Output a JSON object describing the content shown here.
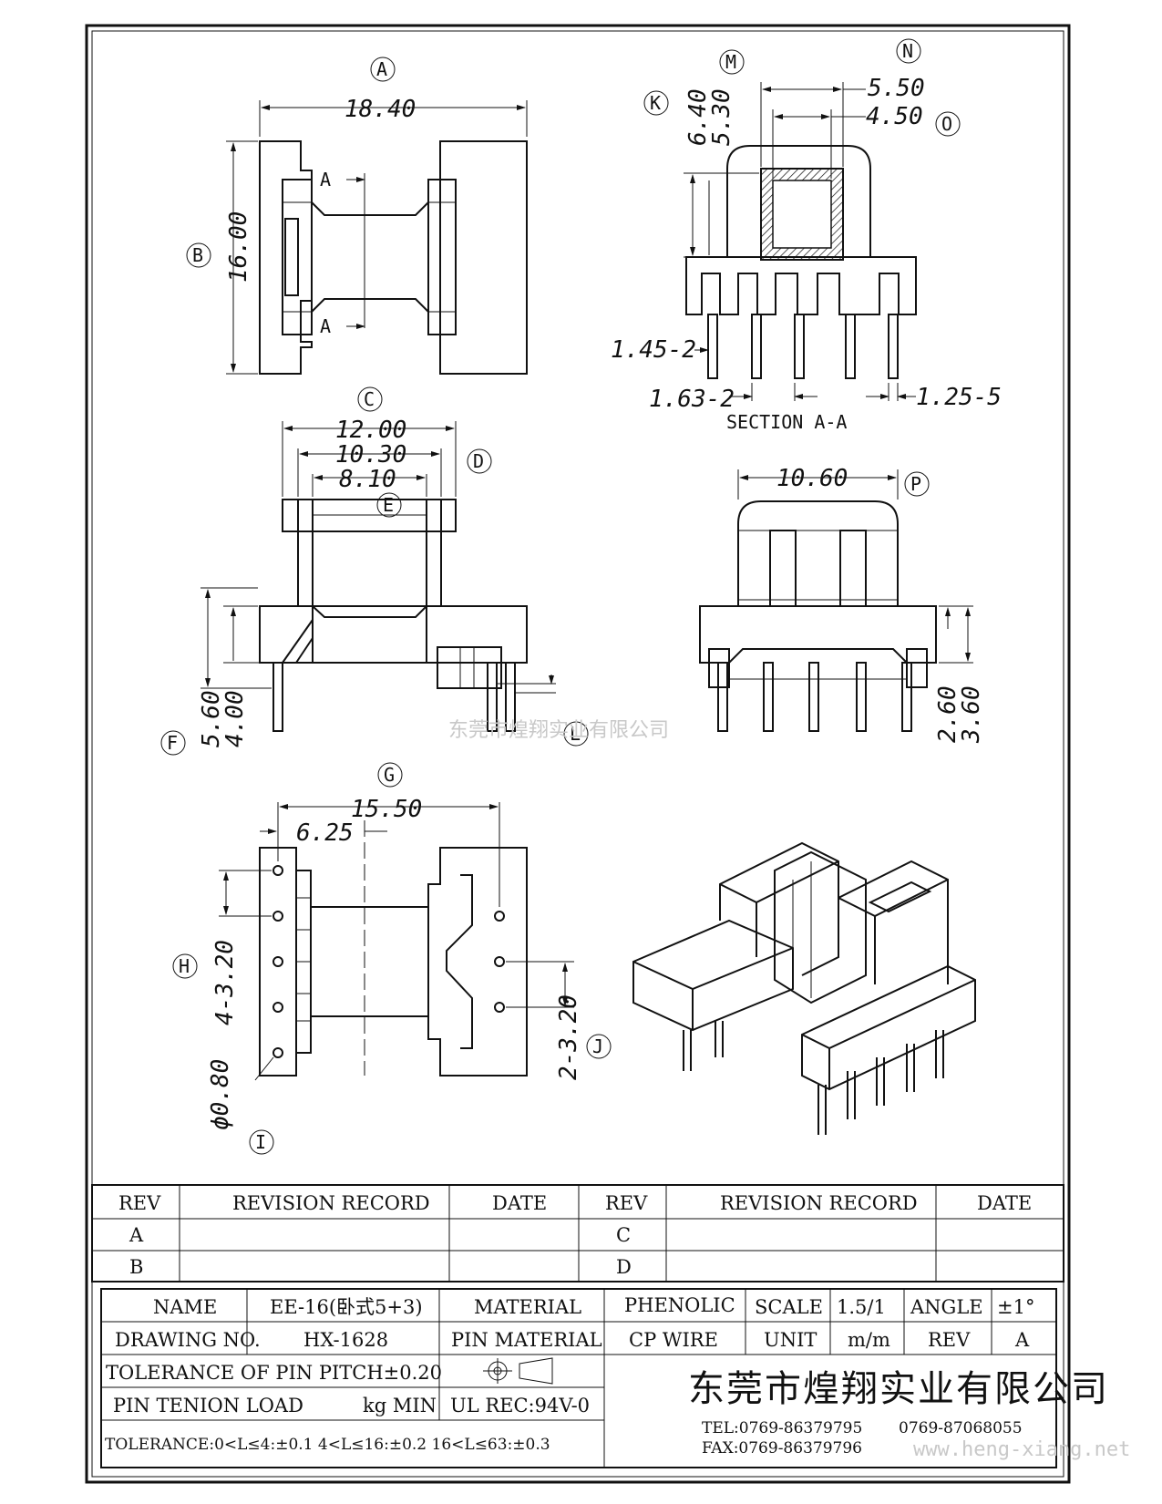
{
  "dimensions": {
    "a": "18.40",
    "b": "16.00",
    "c1": "12.00",
    "c2": "10.30",
    "c3": "8.10",
    "g1": "15.50",
    "g2": "6.25",
    "h": "4-3.20",
    "i": "ϕ0.80",
    "j": "2-3.20",
    "k1": "6.40",
    "k2": "5.30",
    "n": "5.50",
    "o": "4.50",
    "p145": "1.45-2",
    "p163": "1.63-2",
    "p125": "1.25-5",
    "p": "10.60",
    "f1": "5.60",
    "f2": "4.00",
    "r1": "2.60",
    "r2": "3.60"
  },
  "labels": {
    "bubbles": {
      "a": "A",
      "b": "B",
      "c": "C",
      "d": "D",
      "e": "E",
      "f": "F",
      "g": "G",
      "h": "H",
      "i": "I",
      "j": "J",
      "k": "K",
      "m": "M",
      "n": "N",
      "o": "O",
      "p": "P",
      "l": "L"
    },
    "cut_a": "A",
    "section": "SECTION A-A"
  },
  "watermark": "东莞市煌翔实业有限公司",
  "url": "www.heng-xiang.net",
  "revision_table": {
    "headers": [
      "REV",
      "REVISION RECORD",
      "DATE",
      "REV",
      "REVISION RECORD",
      "DATE"
    ],
    "rows": [
      [
        "A",
        "",
        "",
        "C",
        "",
        ""
      ],
      [
        "B",
        "",
        "",
        "D",
        "",
        ""
      ]
    ]
  },
  "title_block": {
    "name_label": "NAME",
    "name_value": "EE-16(卧式5+3)",
    "material_label": "MATERIAL",
    "material_value": "PHENOLIC",
    "scale_label": "SCALE",
    "scale_value": "1.5/1",
    "angle_label": "ANGLE",
    "angle_value": "±1°",
    "drawing_no_label": "DRAWING NO.",
    "drawing_no_value": "HX-1628",
    "pin_material_label": "PIN MATERIAL",
    "pin_material_value": "CP WIRE",
    "unit_label": "UNIT",
    "unit_value": "m/m",
    "rev_label": "REV",
    "rev_value": "A",
    "pin_pitch_tol": "TOLERANCE OF PIN PITCH±0.20",
    "pin_tension": "PIN TENION LOAD",
    "pin_tension_unit": "kg MIN",
    "ul": "UL REC:94V-0",
    "tolerance": "TOLERANCE:0<L≤4:±0.1  4<L≤16:±0.2  16<L≤63:±0.3",
    "company": "东莞市煌翔实业有限公司",
    "tel": "TEL:0769-86379795",
    "tel2": "0769-87068055",
    "fax": "FAX:0769-86379796"
  }
}
